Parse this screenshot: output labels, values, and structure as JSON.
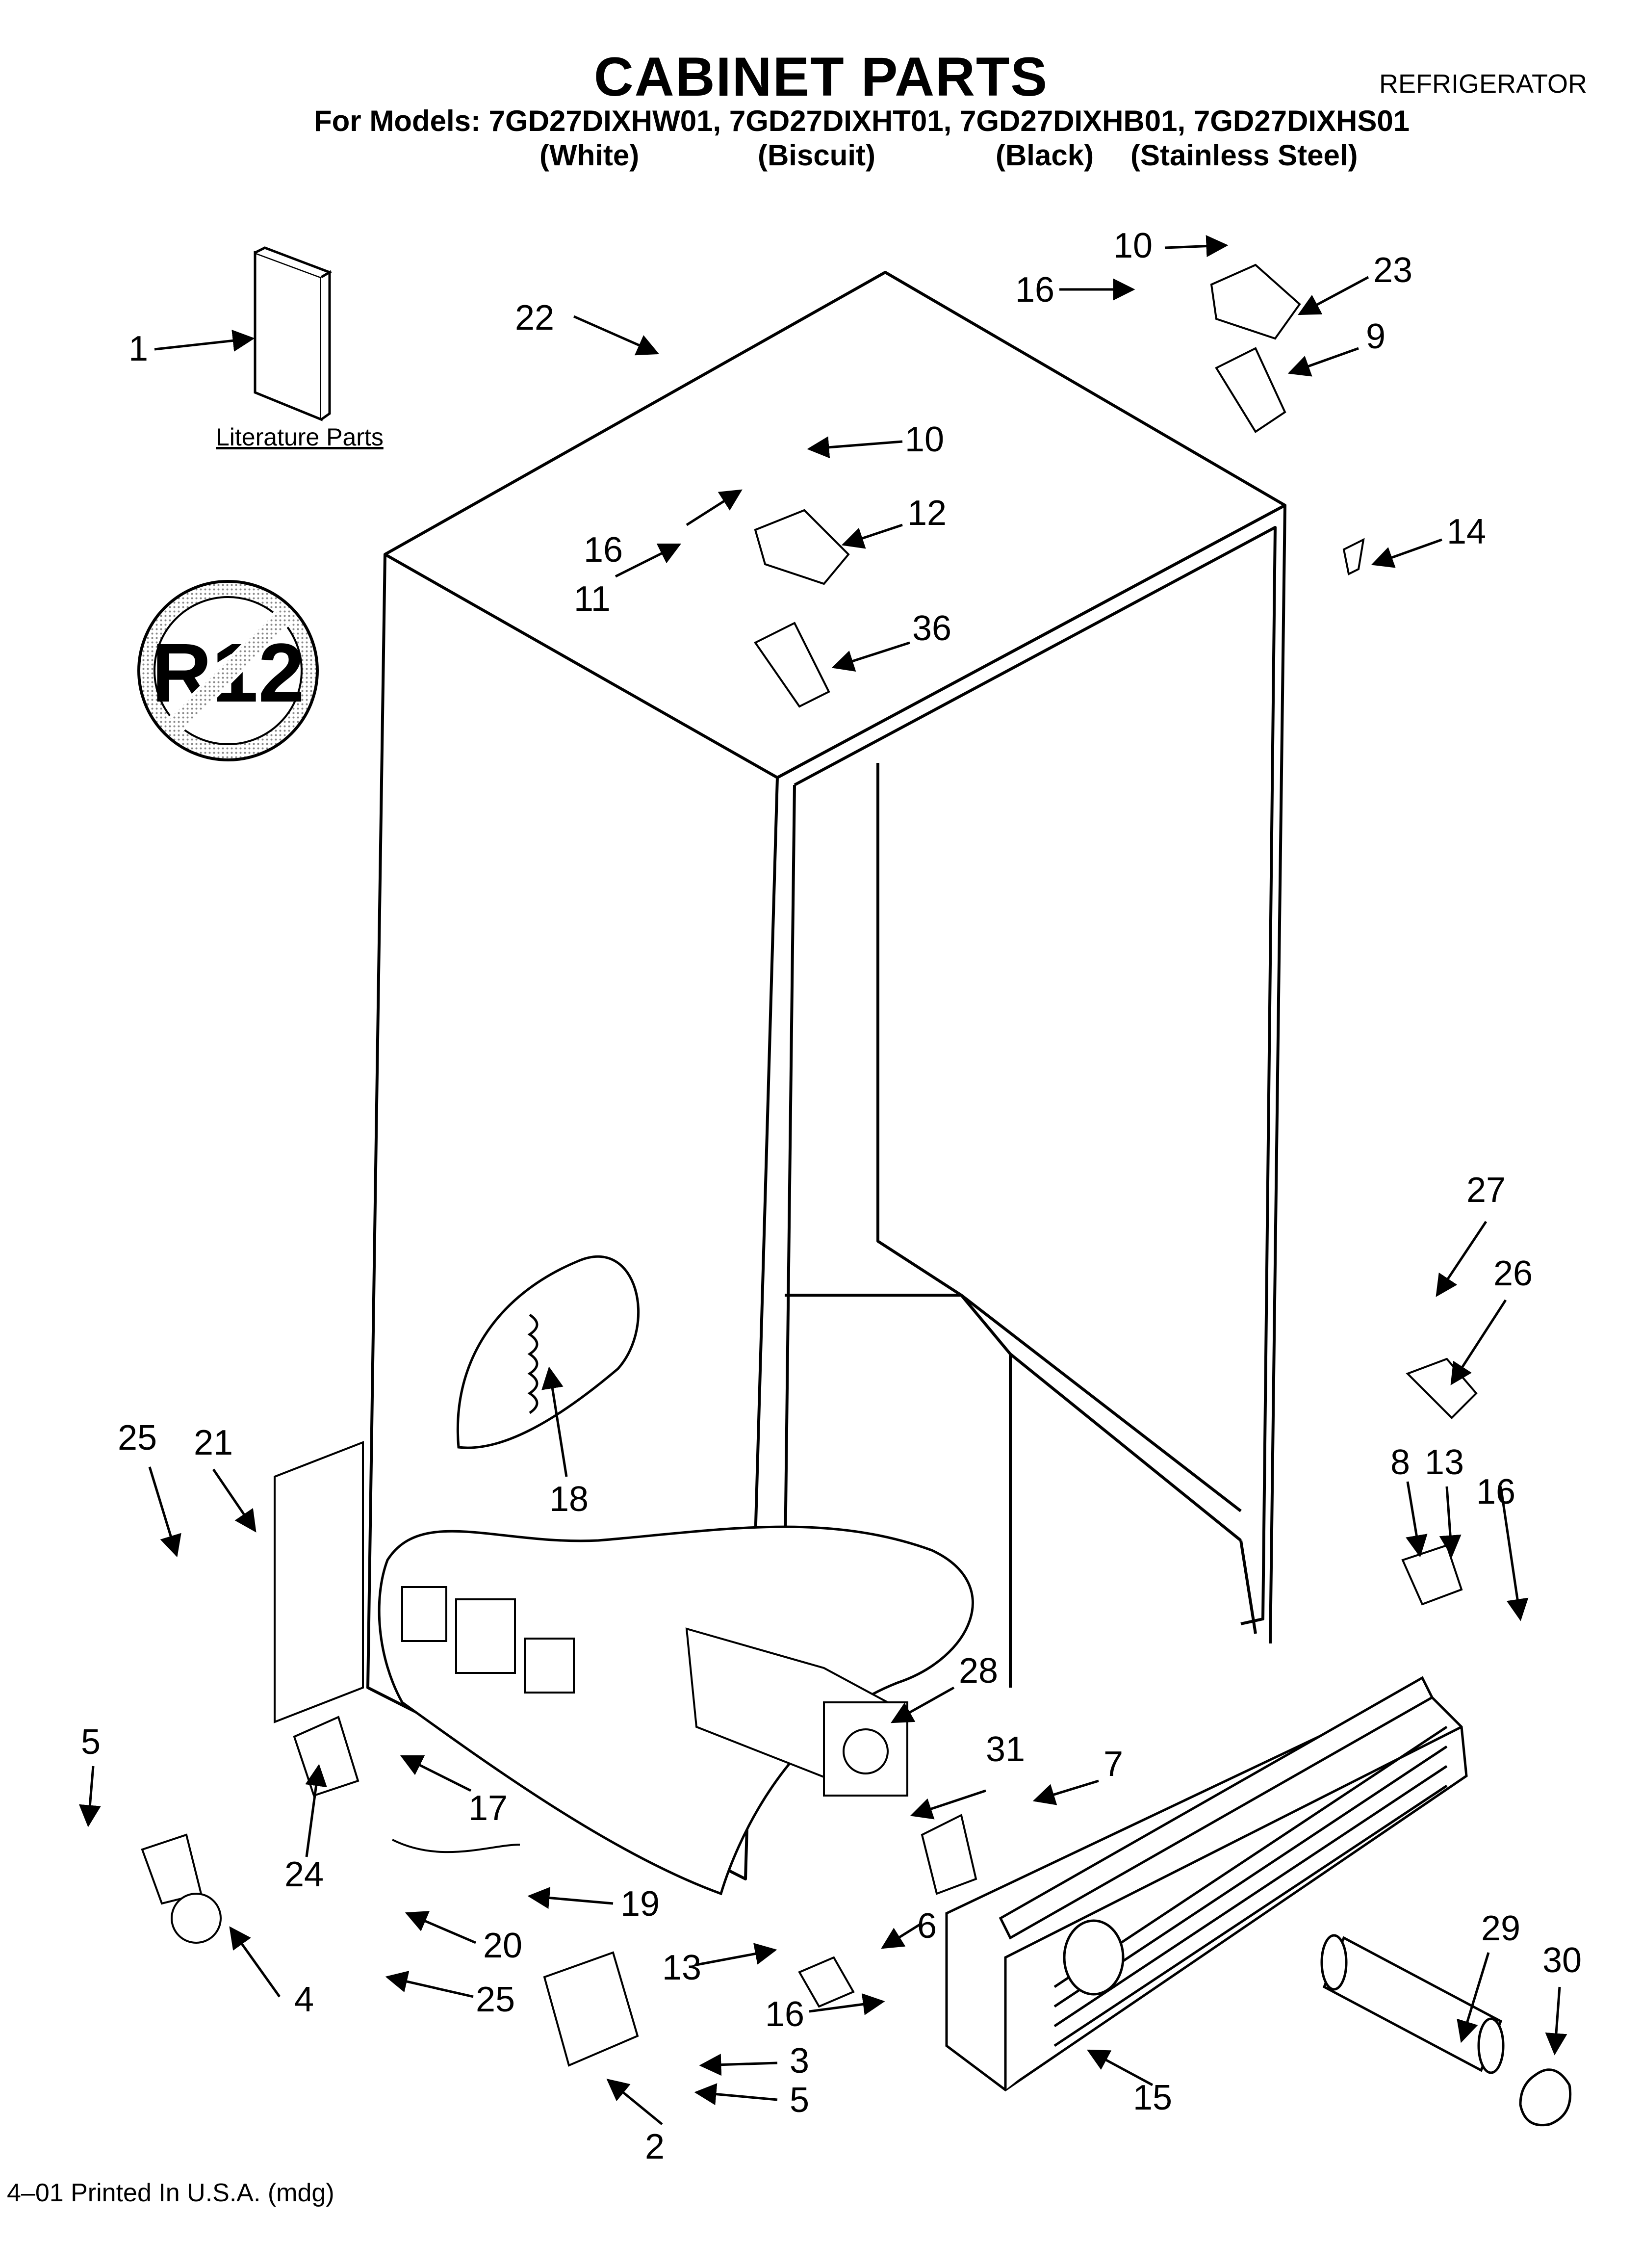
{
  "header": {
    "title": "CABINET PARTS",
    "category": "REFRIGERATOR",
    "models_line": "For Models: 7GD27DIXHW01, 7GD27DIXHT01, 7GD27DIXHB01, 7GD27DIXHS01",
    "variants": [
      "(White)",
      "(Biscuit)",
      "(Black)",
      "(Stainless Steel)"
    ]
  },
  "literature_label": "Literature Parts",
  "no_r12_label": "R12",
  "footer": "4–01 Printed In U.S.A. (mdg)",
  "callouts": [
    "1",
    "22",
    "10",
    "16",
    "23",
    "9",
    "10",
    "16",
    "12",
    "11",
    "36",
    "14",
    "27",
    "26",
    "25",
    "21",
    "18",
    "8",
    "13",
    "16",
    "28",
    "5",
    "17",
    "24",
    "19",
    "20",
    "4",
    "25",
    "31",
    "7",
    "6",
    "13",
    "16",
    "29",
    "30",
    "3",
    "5",
    "15",
    "2"
  ]
}
